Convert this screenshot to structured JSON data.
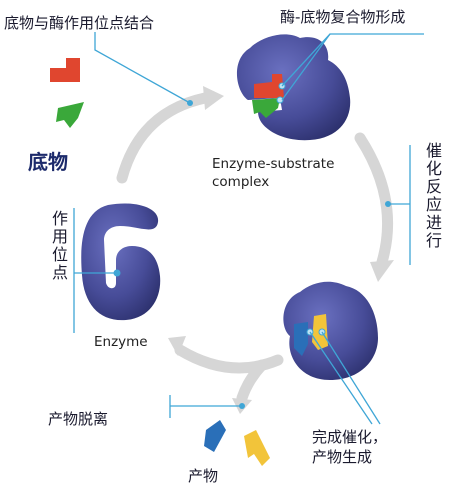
{
  "labels": {
    "substrate_active_site_binding": "底物与酶作用位点结合",
    "substrate": "底物",
    "es_complex_formation": "酶-底物复合物形成",
    "es_complex_en_line1": "Enzyme-substrate",
    "es_complex_en_line2": "complex",
    "catalysis_proceeds": "催化反应进行",
    "active_site": "作用位点",
    "enzyme_en": "Enzyme",
    "product_release": "产物脱离",
    "product": "产物",
    "catalysis_done_line1": "完成催化，",
    "catalysis_done_line2": "产物生成"
  },
  "colors": {
    "enzyme": "#4a4f9a",
    "enzyme_dark": "#2e3270",
    "substrate_red": "#e0462f",
    "substrate_green": "#3aa83a",
    "product_blue": "#2a6fb8",
    "product_yellow": "#f2c43a",
    "leader_line": "#3fa6d6",
    "cycle_arrow": "#d3d3d3"
  }
}
